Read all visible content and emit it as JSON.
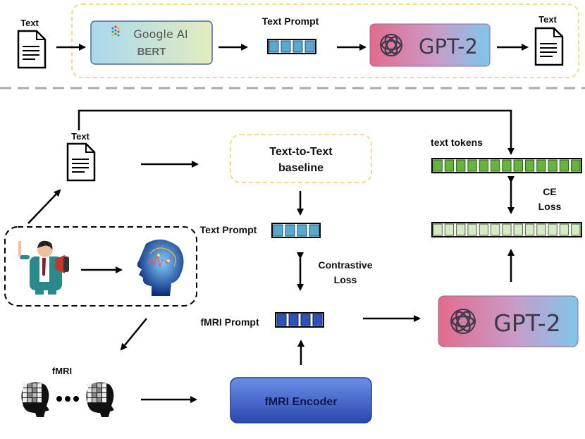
{
  "colors": {
    "arrow": "#000000",
    "dashed_frame": "#f3dc8c",
    "separator": "#aaaaaa",
    "prompt_cell": "#58a9ce",
    "fmri_cell": "#2f52b8",
    "green_cell": "#66b43c",
    "light_green_cell": "#d5ebc3",
    "encoder": "#3357c4",
    "bert_box": "#bfe0ea",
    "gpt_box": "#d77fa8"
  },
  "top_pipeline": {
    "input_label": "Text",
    "bert_brand": "Google AI",
    "bert_label": "BERT",
    "prompt_label": "Text Prompt",
    "gpt_label": "GPT-2",
    "output_label": "Text"
  },
  "main_pipeline": {
    "text_label": "Text",
    "baseline_line1": "Text-to-Text",
    "baseline_line2": "baseline",
    "text_prompt_label": "Text Prompt",
    "contrastive_line1": "Contrastive",
    "contrastive_line2": "Loss",
    "fmri_prompt_label": "fMRI Prompt",
    "fmri_label": "fMRI",
    "encoder_label": "fMRI Encoder",
    "gpt_label": "GPT-2",
    "text_tokens_label": "text tokens",
    "ce_line1": "CE",
    "ce_line2": "Loss"
  },
  "icons": {
    "document": "document-icon",
    "speaker": "speaker-with-megaphone-icon",
    "brain": "brain-scan-icon",
    "fmri_head": "fmri-head-icon",
    "openai": "openai-logo-icon"
  }
}
